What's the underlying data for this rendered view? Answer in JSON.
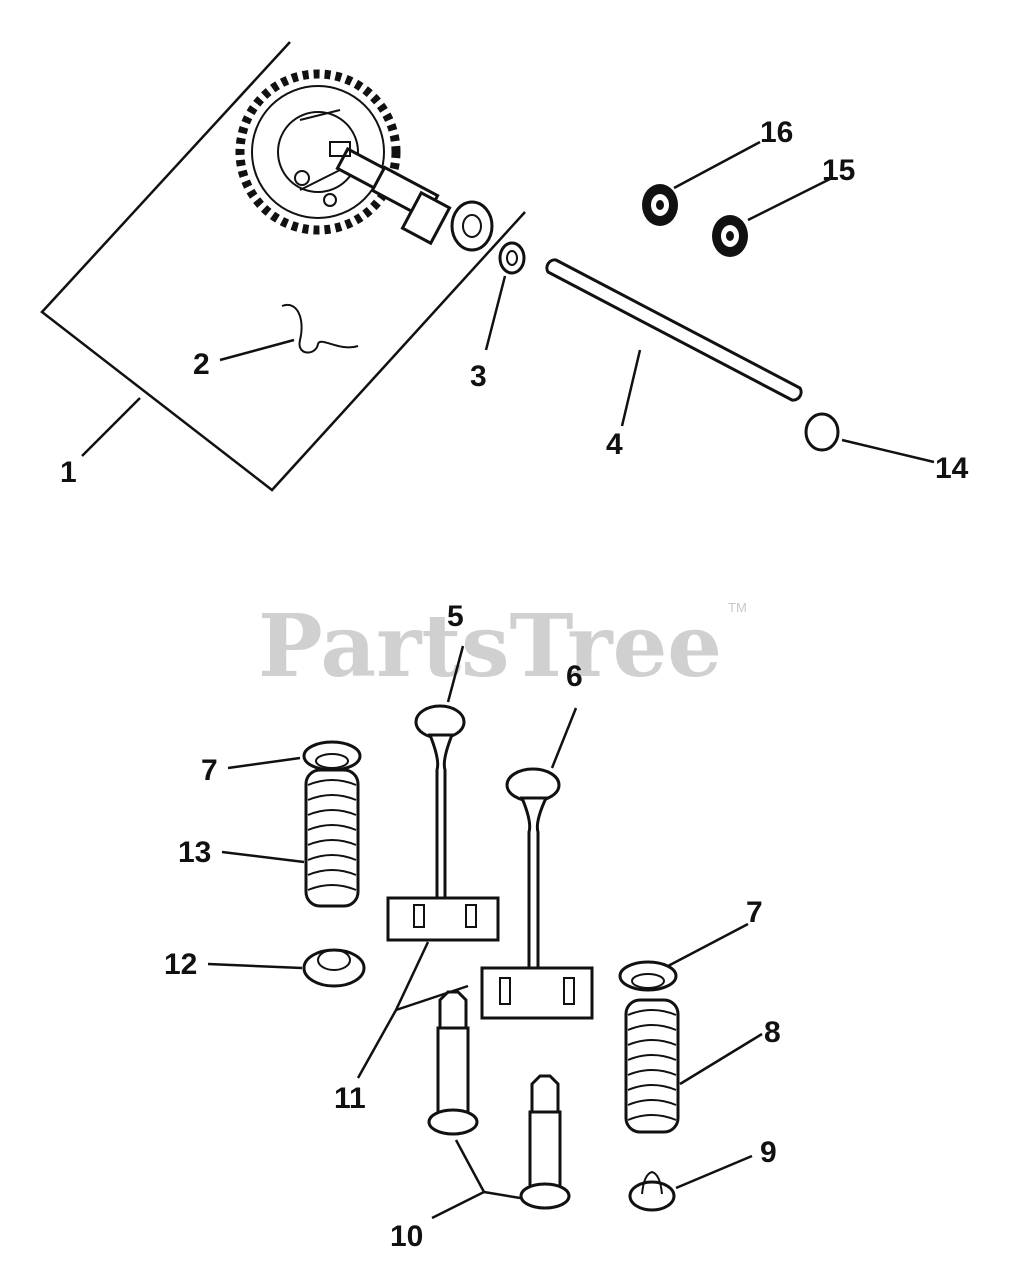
{
  "watermark": {
    "brand": "PartsTree",
    "trademark": "TM"
  },
  "callouts": {
    "c1": "1",
    "c2": "2",
    "c3": "3",
    "c4": "4",
    "c5": "5",
    "c6": "6",
    "c7a": "7",
    "c7b": "7",
    "c8": "8",
    "c9": "9",
    "c10": "10",
    "c11": "11",
    "c12": "12",
    "c13": "13",
    "c14": "14",
    "c15": "15",
    "c16": "16"
  }
}
